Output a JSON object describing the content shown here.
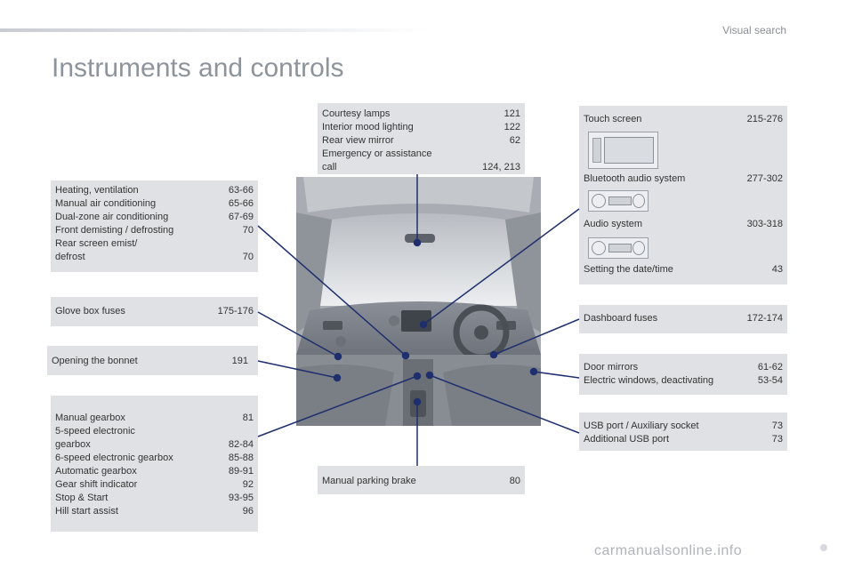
{
  "header": {
    "section": "Visual search",
    "title": "Instruments and controls"
  },
  "boxes": {
    "heating": [
      {
        "label": "Heating, ventilation",
        "page": "63-66"
      },
      {
        "label": "Manual air conditioning",
        "page": "65-66"
      },
      {
        "label": "Dual-zone air conditioning",
        "page": "67-69"
      },
      {
        "label": "Front demisting / defrosting",
        "page": "70"
      },
      {
        "label": "Rear screen emist/\n   defrost",
        "page": "70"
      }
    ],
    "glovebox": [
      {
        "label": "Glove box fuses",
        "page": "175-176"
      }
    ],
    "bonnet": [
      {
        "label": "Opening the bonnet",
        "page": "191"
      }
    ],
    "gearbox": [
      {
        "label": "Manual gearbox",
        "page": "81"
      },
      {
        "label": "5-speed electronic\n   gearbox",
        "page": "82-84"
      },
      {
        "label": "6-speed electronic gearbox",
        "page": "85-88"
      },
      {
        "label": "Automatic gearbox",
        "page": "89-91"
      },
      {
        "label": "Gear shift indicator",
        "page": "92"
      },
      {
        "label": "Stop & Start",
        "page": "93-95"
      },
      {
        "label": "Hill start assist",
        "page": "96"
      }
    ],
    "courtesy": [
      {
        "label": "Courtesy lamps",
        "page": "121"
      },
      {
        "label": "Interior mood lighting",
        "page": "122"
      },
      {
        "label": "Rear view mirror",
        "page": "62"
      },
      {
        "label": "Emergency or assistance\n   call",
        "page": "124, 213"
      }
    ],
    "parking": [
      {
        "label": "Manual parking brake",
        "page": "80"
      }
    ],
    "media": {
      "touch": {
        "label": "Touch screen",
        "page": "215-276"
      },
      "bluetooth": {
        "label": "Bluetooth audio system",
        "page": "277-302"
      },
      "audio": {
        "label": "Audio system",
        "page": "303-318"
      },
      "date": {
        "label": "Setting the date/time",
        "page": "43"
      }
    },
    "dashfuses": [
      {
        "label": "Dashboard fuses",
        "page": "172-174"
      }
    ],
    "mirrors": [
      {
        "label": "Door mirrors",
        "page": "61-62"
      },
      {
        "label": "Electric windows, deactivating",
        "page": "53-54"
      }
    ],
    "usb": [
      {
        "label": "USB port / Auxiliary socket",
        "page": "73"
      },
      {
        "label": "Additional USB port",
        "page": "73"
      }
    ]
  },
  "footer": {
    "watermark": "carmanualsonline.info"
  },
  "colors": {
    "box_bg": "#dfe1e5",
    "title": "#8e949c",
    "leader": "#1f2f6e"
  }
}
